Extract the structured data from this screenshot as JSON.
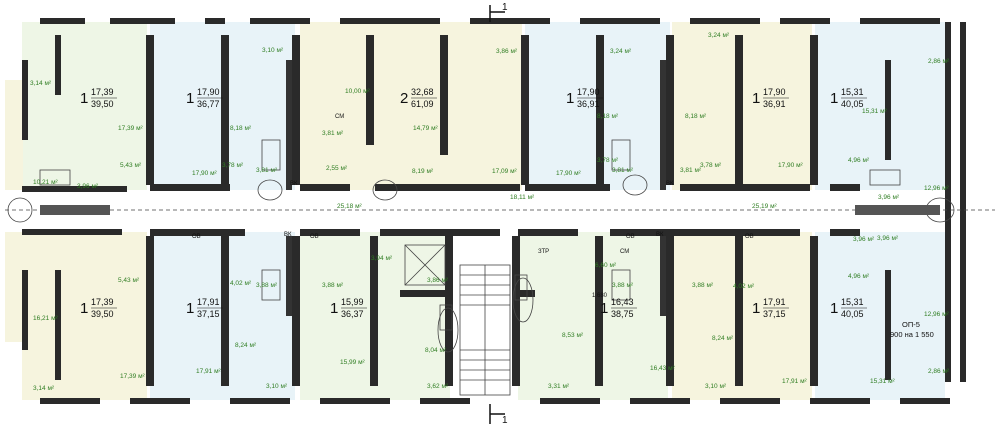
{
  "section_mark": {
    "top": "1",
    "bottom": "1"
  },
  "note": {
    "line1": "ОП-5",
    "line2": "900 на 1 550"
  },
  "misc": {
    "dim_1680": "1 680",
    "ztp": "ЗТР"
  },
  "corridor": {
    "left": "25,18 м²",
    "mid": "18,11 м²",
    "right": "25,19 м²"
  },
  "labels": {
    "vk": "ВК",
    "ov": "ОВ",
    "cm": "СМ"
  },
  "apartments": [
    {
      "id": "a1",
      "rooms": "1",
      "living": "17,39",
      "total": "39,50"
    },
    {
      "id": "a2",
      "rooms": "1",
      "living": "17,90",
      "total": "36,77"
    },
    {
      "id": "a3",
      "rooms": "2",
      "living": "32,68",
      "total": "61,09"
    },
    {
      "id": "a4",
      "rooms": "1",
      "living": "17,90",
      "total": "36,91"
    },
    {
      "id": "a5",
      "rooms": "1",
      "living": "17,90",
      "total": "36,91"
    },
    {
      "id": "a6",
      "rooms": "1",
      "living": "15,31",
      "total": "40,05"
    },
    {
      "id": "a7",
      "rooms": "1",
      "living": "17,39",
      "total": "39,50"
    },
    {
      "id": "a8",
      "rooms": "1",
      "living": "17,91",
      "total": "37,15"
    },
    {
      "id": "a9",
      "rooms": "1",
      "living": "15,99",
      "total": "36,37"
    },
    {
      "id": "a10",
      "rooms": "1",
      "living": "16,43",
      "total": "38,75"
    },
    {
      "id": "a11",
      "rooms": "1",
      "living": "17,91",
      "total": "37,15"
    },
    {
      "id": "a12",
      "rooms": "1",
      "living": "15,31",
      "total": "40,05"
    }
  ],
  "areas": [
    "3,14 м²",
    "17,39 м²",
    "5,43 м²",
    "10,21 м²",
    "3,96 м²",
    "3,10 м²",
    "8,18 м²",
    "3,78 м²",
    "17,90 м²",
    "3,81 м²",
    "10,00 м²",
    "3,81 м²",
    "14,79 м²",
    "2,55 м²",
    "8,19 м²",
    "17,09 м²",
    "3,86 м²",
    "3,24 м²",
    "8,18 м²",
    "3,78 м²",
    "17,90 м²",
    "3,81 м²",
    "3,24 м²",
    "8,18 м²",
    "3,78 м²",
    "17,90 м²",
    "3,81 м²",
    "2,86 м²",
    "15,31 м²",
    "4,96 м²",
    "3,96 м²",
    "12,96 м²",
    "3,96 м²",
    "5,43 м²",
    "16,21 м²",
    "17,39 м²",
    "3,14 м²",
    "4,02 м²",
    "3,88 м²",
    "8,24 м²",
    "17,91 м²",
    "3,10 м²",
    "3,94 м²",
    "3,88 м²",
    "8,04 м²",
    "15,99 м²",
    "3,62 м²",
    "3,86 м²",
    "6,60 м²",
    "8,53 м²",
    "3,31 м²",
    "3,88 м²",
    "16,43 м²",
    "4,02 м²",
    "3,88 м²",
    "8,24 м²",
    "17,91 м²",
    "3,10 м²",
    "3,96 м²",
    "4,96 м²",
    "12,96 м²",
    "15,31 м²",
    "2,86 м²"
  ],
  "colors": {
    "wall": "#2a2a2a",
    "green": "#eef6e6",
    "blue": "#e8f3f8",
    "yellow": "#f6f4de",
    "corridor": "#ffffff",
    "area_text": "#3a8a2a"
  }
}
